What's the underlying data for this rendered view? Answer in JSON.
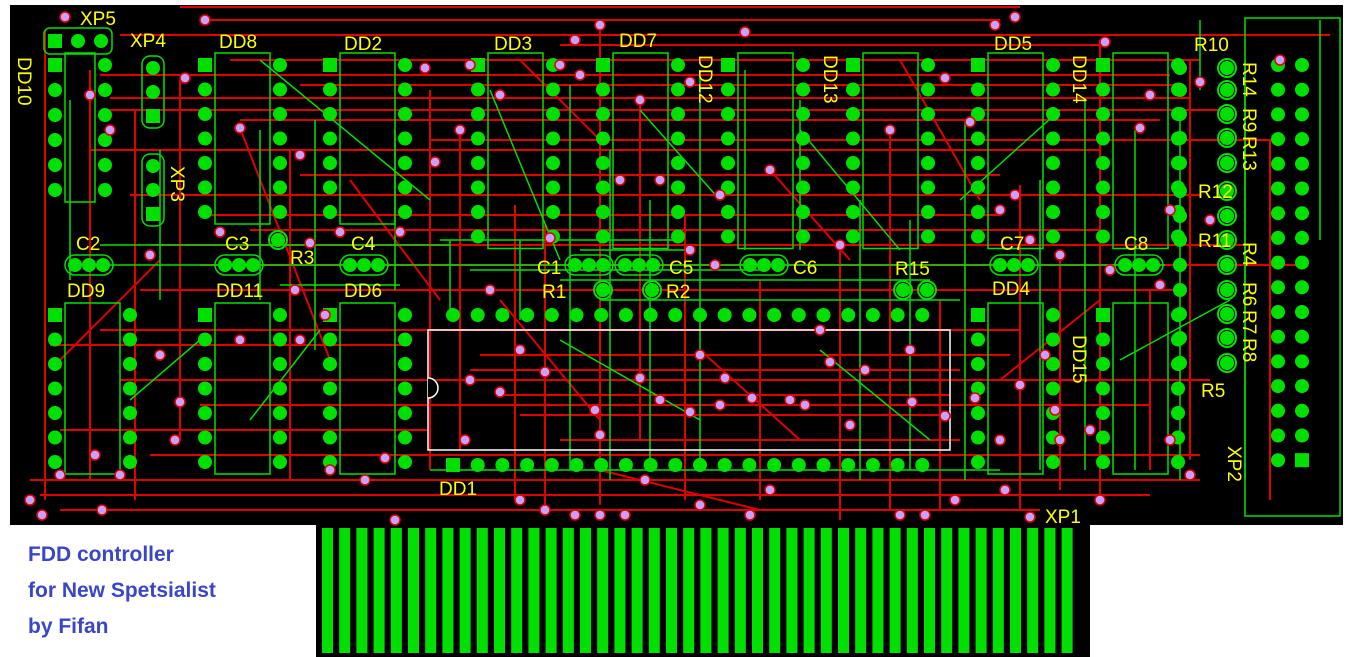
{
  "caption": {
    "line1": "FDD controller",
    "line2": "for New Spetsialist",
    "line3": "by Fifan"
  },
  "colors": {
    "board": "#000000",
    "copper_bottom": "#00e000",
    "copper_top": "#e00000",
    "silkscreen": "#ffff00",
    "outline": "#ffffff",
    "caption": "#3a46c8"
  },
  "labels": {
    "dd1": "DD1",
    "dd2": "DD2",
    "dd3": "DD3",
    "dd4": "DD4",
    "dd5": "DD5",
    "dd6": "DD6",
    "dd7": "DD7",
    "dd8": "DD8",
    "dd9": "DD9",
    "dd10": "DD10",
    "dd11": "DD11",
    "dd12": "DD12",
    "dd13": "DD13",
    "dd14": "DD14",
    "dd15": "DD15",
    "c1": "C1",
    "c2": "C2",
    "c3": "C3",
    "c4": "C4",
    "c5": "C5",
    "c6": "C6",
    "c7": "C7",
    "c8": "C8",
    "r1": "R1",
    "r2": "R2",
    "r3": "R3",
    "r4": "R4",
    "r5": "R5",
    "r6": "R6",
    "r7": "R7",
    "r8": "R8",
    "r9": "R9",
    "r10": "R10",
    "r11": "R11",
    "r12": "R12",
    "r13": "R13",
    "r14": "R14",
    "r15": "R15",
    "xp1": "XP1",
    "xp2": "XP2",
    "xp3": "XP3",
    "xp4": "XP4",
    "xp5": "XP5"
  }
}
